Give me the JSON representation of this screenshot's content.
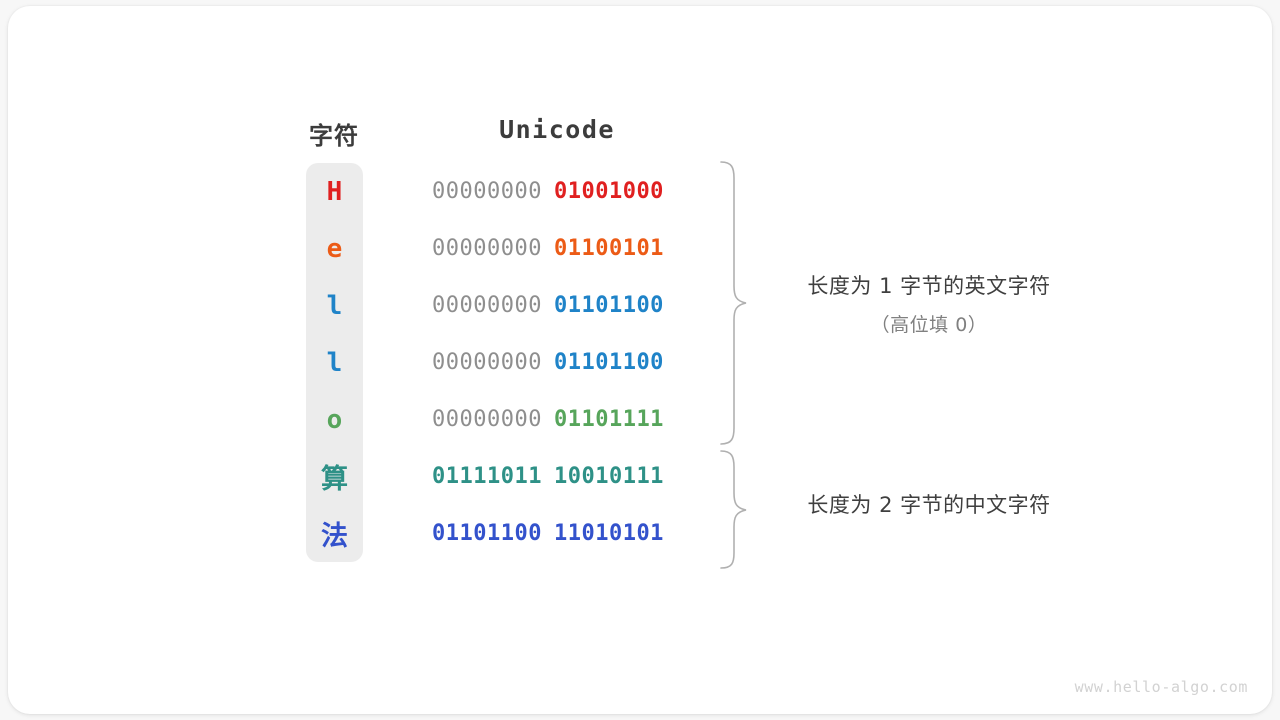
{
  "headers": {
    "char": "字符",
    "unicode": "Unicode"
  },
  "colors": {
    "red": "#e02020",
    "orange": "#ec5b16",
    "blue": "#1f83c8",
    "green": "#57a55b",
    "teal": "#2e9187",
    "indigo": "#3352cc",
    "pad_gray": "#8e8e8e",
    "char_col_bg": "#ececec",
    "text_dark": "#3f3f3f",
    "text_muted": "#808080",
    "watermark": "#d2d2d2"
  },
  "rows": [
    {
      "char": "H",
      "color": "#e02020",
      "high_byte": "00000000",
      "low_byte": "01001000",
      "high_is_pad": true,
      "cjk": false
    },
    {
      "char": "e",
      "color": "#ec5b16",
      "high_byte": "00000000",
      "low_byte": "01100101",
      "high_is_pad": true,
      "cjk": false
    },
    {
      "char": "l",
      "color": "#1f83c8",
      "high_byte": "00000000",
      "low_byte": "01101100",
      "high_is_pad": true,
      "cjk": false
    },
    {
      "char": "l",
      "color": "#1f83c8",
      "high_byte": "00000000",
      "low_byte": "01101100",
      "high_is_pad": true,
      "cjk": false
    },
    {
      "char": "o",
      "color": "#57a55b",
      "high_byte": "00000000",
      "low_byte": "01101111",
      "high_is_pad": true,
      "cjk": false
    },
    {
      "char": "算",
      "color": "#2e9187",
      "high_byte": "01111011",
      "low_byte": "10010111",
      "high_is_pad": false,
      "cjk": true
    },
    {
      "char": "法",
      "color": "#3352cc",
      "high_byte": "01101100",
      "low_byte": "11010101",
      "high_is_pad": false,
      "cjk": true
    }
  ],
  "annotations": [
    {
      "line1": "长度为 1 字节的英文字符",
      "line2": "（高位填 0）"
    },
    {
      "line1": "长度为 2 字节的中文字符",
      "line2": ""
    }
  ],
  "watermark": "www.hello-algo.com"
}
